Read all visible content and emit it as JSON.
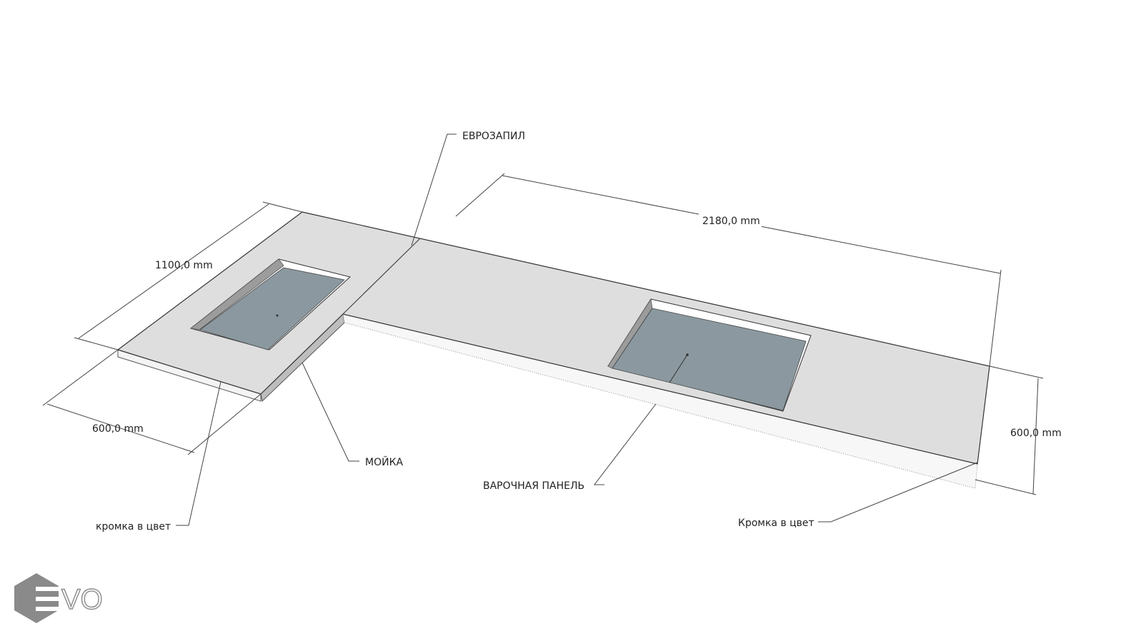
{
  "labels": {
    "eurozapil": "ЕВРОЗАПИЛ",
    "sink": "МОЙКА",
    "hob": "ВАРОЧНАЯ ПАНЕЛЬ",
    "edge_left": "кромка в цвет",
    "edge_right": "Кромка в цвет"
  },
  "dimensions": {
    "left_length": "1100,0 mm",
    "left_depth": "600,0 mm",
    "right_length": "2180,0 mm",
    "right_depth": "600,0 mm"
  },
  "logo": {
    "text": "VO"
  },
  "colors": {
    "countertop_top": "#dedede",
    "countertop_edge": "#f3f3f3",
    "cutout": "#8b989f",
    "cutout_wall": "#9b9b9b",
    "line": "#444444",
    "logo": "#8a8a8a"
  }
}
